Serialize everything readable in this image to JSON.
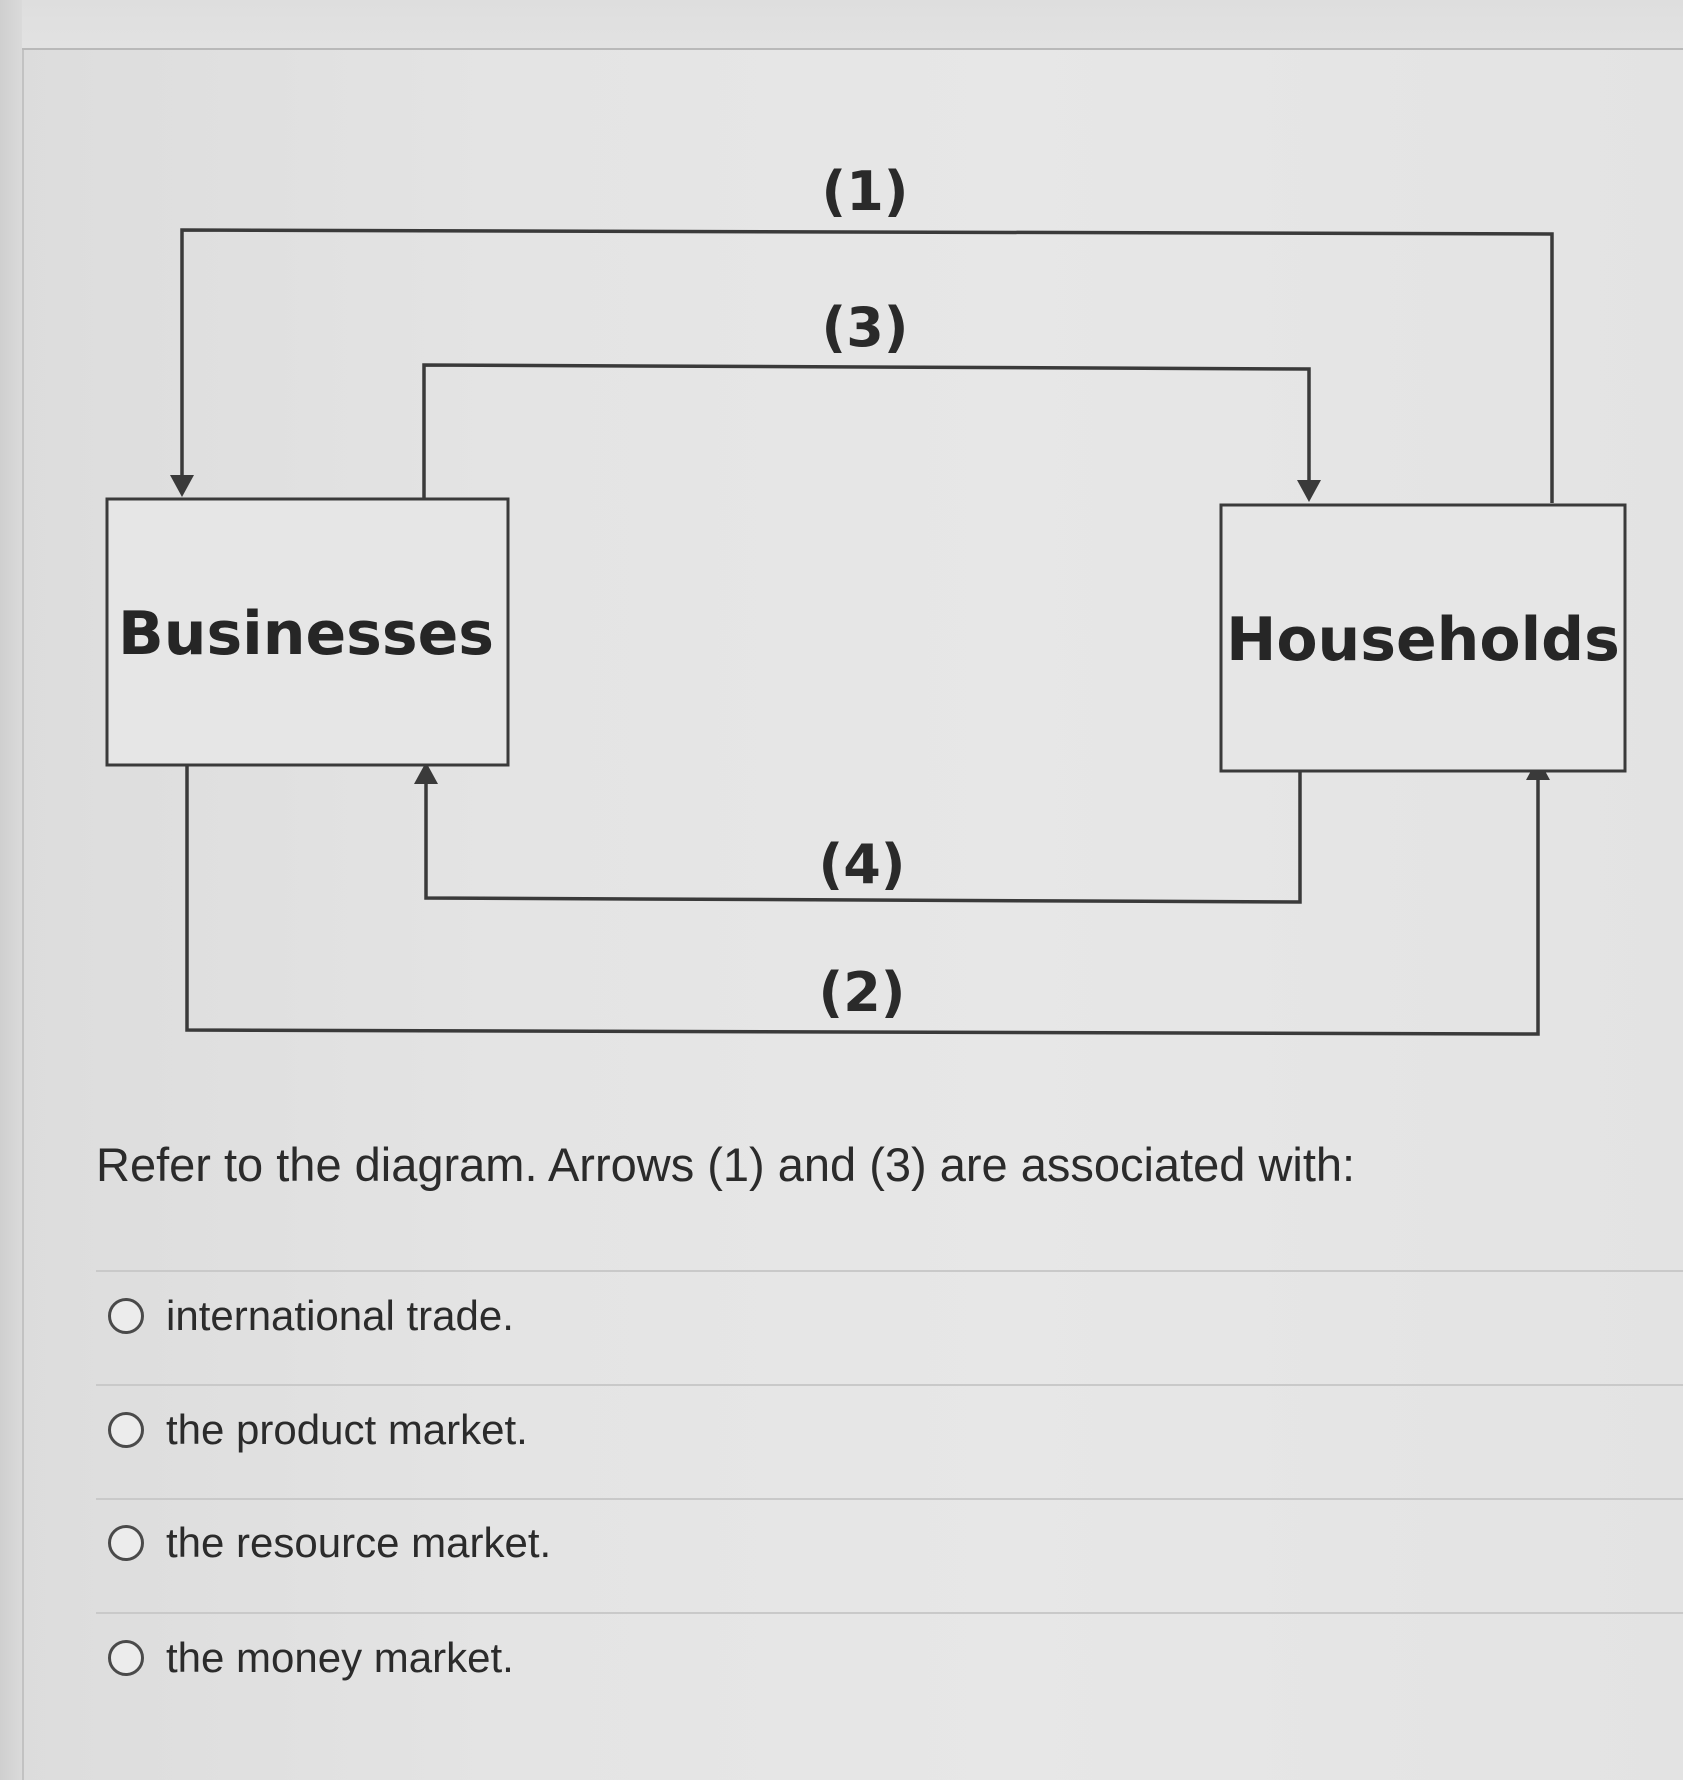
{
  "diagram": {
    "boxes": {
      "businesses": "Businesses",
      "households": "Households"
    },
    "arrow_labels": {
      "arrow1": "(1)",
      "arrow2": "(2)",
      "arrow3": "(3)",
      "arrow4": "(4)"
    }
  },
  "question": {
    "prompt": "Refer to the diagram. Arrows (1) and (3) are associated with:",
    "options": [
      {
        "label": "international trade.",
        "selected": false
      },
      {
        "label": "the product market.",
        "selected": false
      },
      {
        "label": "the resource market.",
        "selected": false
      },
      {
        "label": "the money market.",
        "selected": false
      }
    ]
  }
}
